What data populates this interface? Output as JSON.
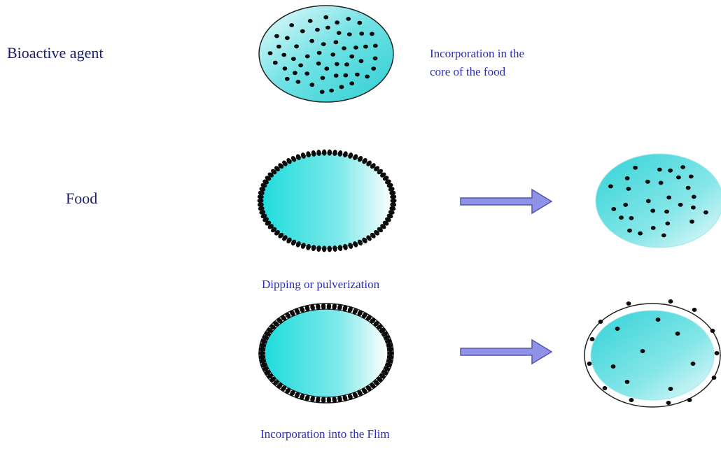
{
  "labels": {
    "bioactive_agent": "Bioactive agent",
    "food": "Food",
    "incorporation_core": "Incorporation in the\ncore of the food",
    "dipping": "Dipping or pulverization",
    "incorporation_film": "Incorporation into the Flim"
  },
  "colors": {
    "food_fill_light": "#ffffff",
    "food_fill_dark": "#1fdcdc",
    "food_fill_edge": "#7fe9ea",
    "dot": "#0b0b0b",
    "arrow_fill": "#8f92e6",
    "arrow_stroke": "#5356b0",
    "text_dark": "#1c1c6e",
    "text_blue": "#2b2bb5"
  }
}
